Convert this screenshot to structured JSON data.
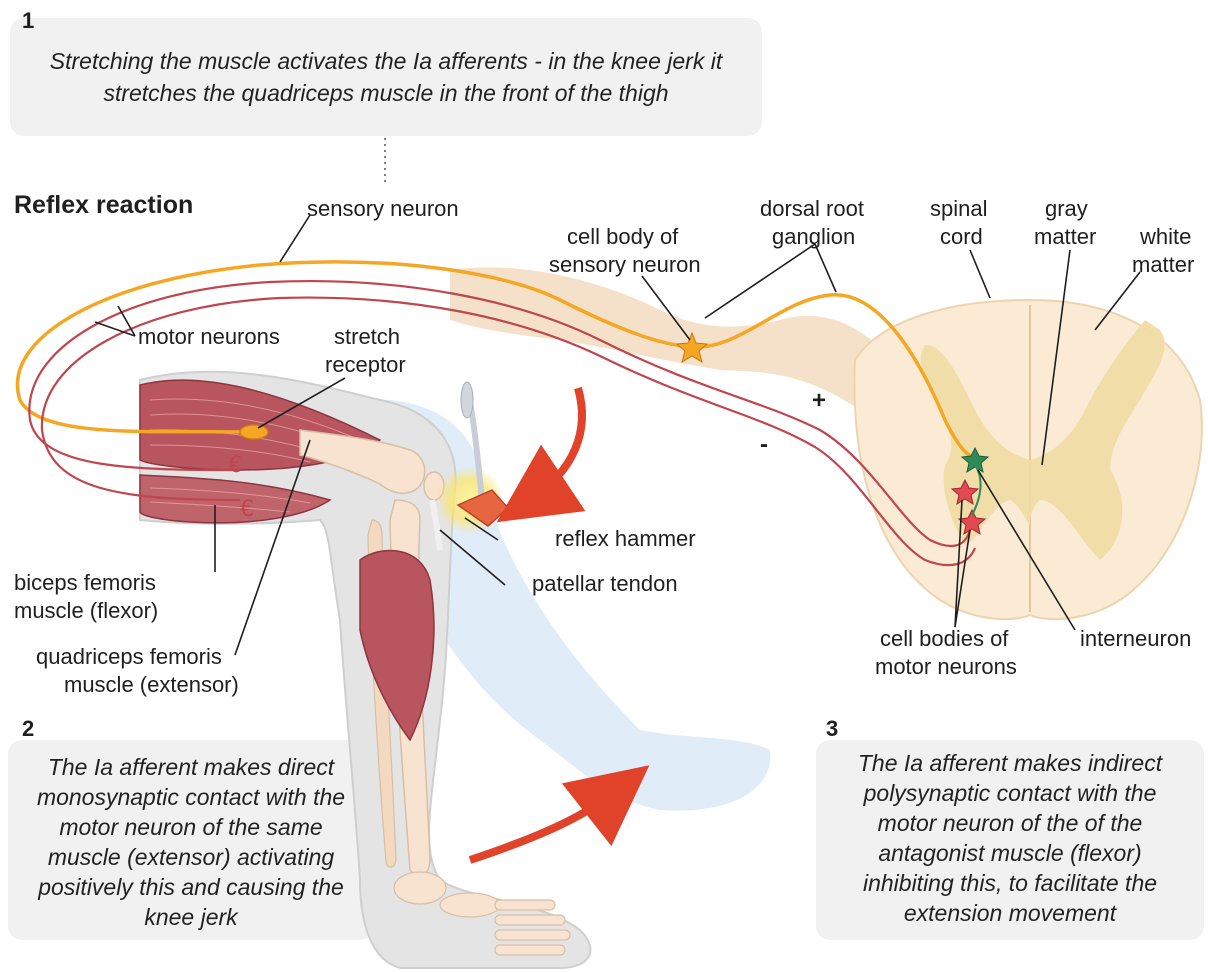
{
  "diagram_title": "Reflex reaction",
  "steps": [
    {
      "number": "1",
      "line1": "Stretching the muscle activates the Ia afferents - in the knee jerk it",
      "line2": "stretches the quadriceps muscle in the front of the thigh"
    },
    {
      "number": "2",
      "lines": [
        "The Ia afferent makes direct",
        "monosynaptic contact with the",
        "motor neuron of the same",
        "muscle (extensor) activating",
        "positively this and causing the",
        "knee jerk"
      ]
    },
    {
      "number": "3",
      "lines": [
        "The Ia afferent makes indirect",
        "polysynaptic contact with the",
        "motor neuron of the of the",
        "antagonist muscle (flexor)",
        "inhibiting this, to facilitate the",
        "extension movement"
      ]
    }
  ],
  "labels": {
    "sensory_neuron": "sensory neuron",
    "motor_neurons": "motor neurons",
    "stretch_receptor_1": "stretch",
    "stretch_receptor_2": "receptor",
    "cell_body_sensory_1": "cell body of",
    "cell_body_sensory_2": "sensory neuron",
    "dorsal_root_1": "dorsal root",
    "dorsal_root_2": "ganglion",
    "spinal_cord_1": "spinal",
    "spinal_cord_2": "cord",
    "gray_matter_1": "gray",
    "gray_matter_2": "matter",
    "white_matter_1": "white",
    "white_matter_2": "matter",
    "reflex_hammer": "reflex hammer",
    "patellar_tendon": "patellar tendon",
    "biceps_femoris_1": "biceps femoris",
    "biceps_femoris_2": "muscle (flexor)",
    "quadriceps_1": "quadriceps femoris",
    "quadriceps_2": "muscle (extensor)",
    "cell_bodies_motor_1": "cell bodies of",
    "cell_bodies_motor_2": "motor neurons",
    "interneuron": "interneuron",
    "plus": "+",
    "minus": "-"
  },
  "colors": {
    "sensory_neuron": "#f5a623",
    "motor_neuron": "#c0454d",
    "nerve_sheath": "#f3dcc0",
    "spinal_white": "#fbebd4",
    "spinal_gray": "#f0dca4",
    "muscle": "#b8555e",
    "bone": "#f7e3cf",
    "arrow": "#e0432a",
    "panel": "#f1f1f1",
    "interneuron": "#2e8b57"
  }
}
